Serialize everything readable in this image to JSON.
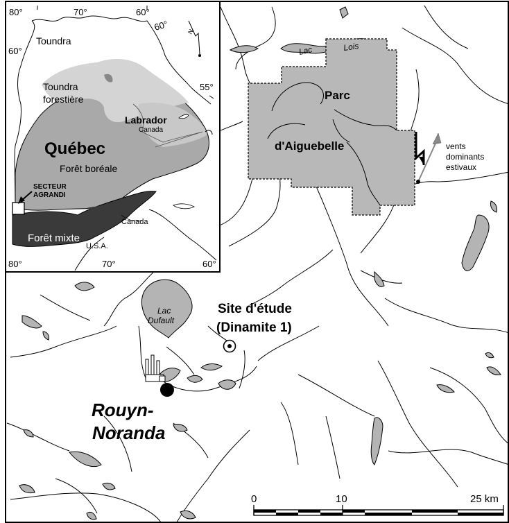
{
  "main_map": {
    "park_name_line1": "Parc",
    "park_name_line2": "d'Aiguebelle",
    "lake_lois": [
      "Lac",
      "Lois"
    ],
    "lake_dufault": [
      "Lac",
      "Dufault"
    ],
    "site_line1": "Site d'étude",
    "site_line2": "(Dinamite 1)",
    "city_line1": "Rouyn-",
    "city_line2": "Noranda",
    "wind_label": [
      "vents",
      "dominants",
      "estivaux"
    ],
    "north_letter": "N"
  },
  "scale_bar": {
    "ticks": [
      "0",
      "10",
      "25 km"
    ],
    "values_km": [
      0,
      10,
      25
    ]
  },
  "inset_map": {
    "lon_labels_top": [
      "80°",
      "70°",
      "60°"
    ],
    "lon_labels_bottom": [
      "80°",
      "70°",
      "60°"
    ],
    "lat_labels": [
      "60°",
      "55°"
    ],
    "lon_diag_label": "60°",
    "north_letter": "N",
    "zones": {
      "tundra": "Toundra",
      "forest_tundra_1": "Toundra",
      "forest_tundra_2": "forestière",
      "province": "Québec",
      "boreal": "Forêt boréale",
      "labrador": "Labrador",
      "labrador_country": "Canada",
      "mixed": "Forêt mixte",
      "canada": "Canada",
      "usa": "U.S.A."
    },
    "sector_label": [
      "SECTEUR",
      "AGRANDI"
    ]
  },
  "colors": {
    "lake_fill": "#b4b4b4",
    "park_fill": "#b8b8b8",
    "boreal_fill": "#a9a9a9",
    "forest_tundra_fill": "#d4d4d4",
    "mixed_forest_fill": "#3a3a3a"
  }
}
